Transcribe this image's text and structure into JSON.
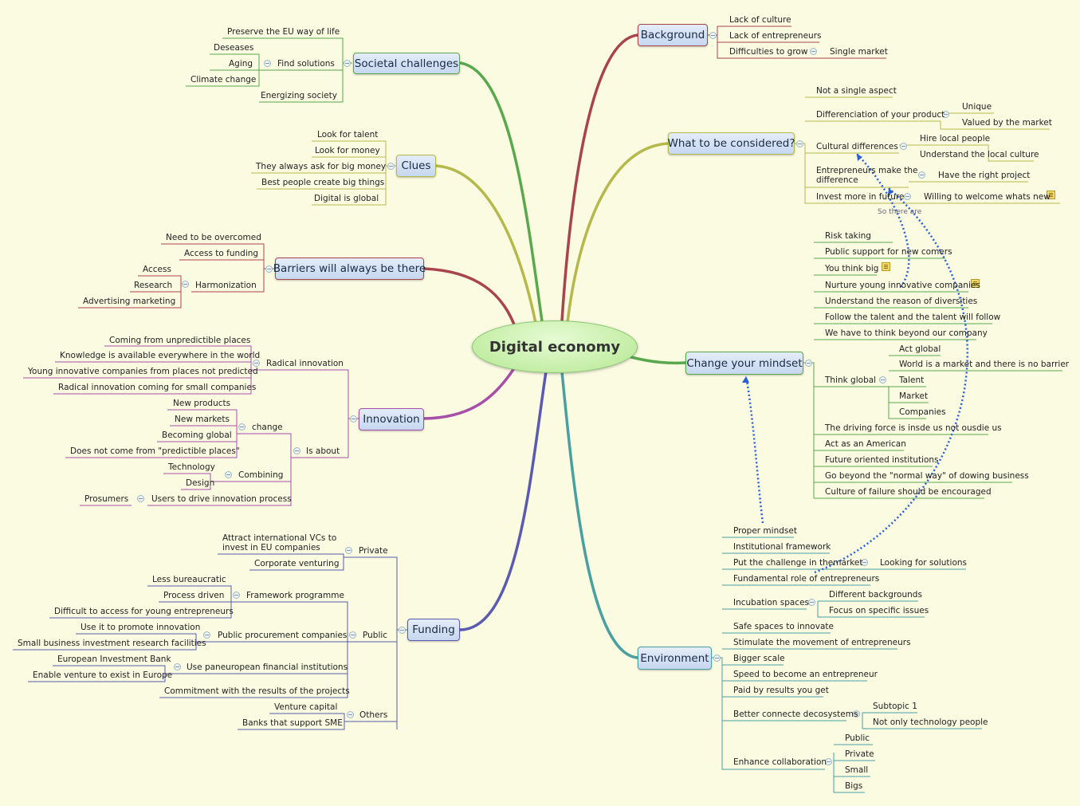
{
  "central_topic": "Digital economy",
  "branches": {
    "societal": {
      "title": "Societal challenges",
      "children": [
        "Preserve the EU way of life",
        "Find solutions",
        "Energizing society"
      ],
      "find_solutions_children": [
        "Deseases",
        "Aging",
        "Climate change"
      ]
    },
    "clues": {
      "title": "Clues",
      "children": [
        "Look for talent",
        "Look for money",
        "They always ask for big money",
        "Best people create big things",
        "Digital is global"
      ]
    },
    "barriers": {
      "title": "Barriers will always be there",
      "children": [
        "Need to be overcomed",
        "Access to funding",
        "Harmonization"
      ],
      "harmonization_children": [
        "Access",
        "Research",
        "Advertising marketing"
      ]
    },
    "innovation": {
      "title": "Innovation",
      "radical": "Radical innovation",
      "radical_children": [
        "Coming from unpredictible places",
        "Knowledge is available everywhere in the world",
        "Young innovative companies from places not predicted",
        "Radical innovation coming for small companies"
      ],
      "is_about": "Is about",
      "change": "change",
      "change_children": [
        "New products",
        "New markets",
        "Becoming global",
        "Does not come from \"predictible places\""
      ],
      "combining": "Combining",
      "combining_children": [
        "Technology",
        "Design"
      ],
      "users": "Users to drive innovation process",
      "prosumers": "Prosumers"
    },
    "funding": {
      "title": "Funding",
      "private": "Private",
      "private_children": [
        "Attract international VCs to",
        "invest in EU companies",
        "Corporate venturing"
      ],
      "public": "Public",
      "framework": "Framework programme",
      "framework_children": [
        "Less bureaucratic",
        "Process driven",
        "Difficult to access for young entrepreneurs"
      ],
      "procurement": "Public procurement companies",
      "procurement_children": [
        "Use it to promote innovation",
        "Small business investment research facilities"
      ],
      "paneuropean": "Use paneuropean financial institutions",
      "paneuropean_children": [
        "European Investment Bank",
        "Enable venture to exist in Europe"
      ],
      "commitment": "Commitment with the results of the projects",
      "others": "Others",
      "others_children": [
        "Venture capital",
        "Banks that support SME"
      ]
    },
    "background": {
      "title": "Background",
      "children": [
        "Lack of culture",
        "Lack of entrepreneurs",
        "Difficulties to grow"
      ],
      "grow_child": "Single market"
    },
    "considered": {
      "title": "What to be considered?",
      "not_single": "Not a single aspect",
      "differenciation": "Differenciation of your product",
      "diff_children": [
        "Unique",
        "Valued by the market"
      ],
      "cultural": "Cultural differences",
      "cultural_children": [
        "Hire local people",
        "Understand the local culture"
      ],
      "entrepreneurs_a": "Entrepreneurs make the",
      "entrepreneurs_b": "difference",
      "right_project": "Have the right project",
      "invest": "Invest more in future",
      "welcome": "Willing to welcome whats new",
      "relation_label": "So there are"
    },
    "mindset": {
      "title": "Change your mindset",
      "top_children": [
        "Risk taking",
        "Public support for new comers",
        "You think big",
        "Nurture young innovative companies",
        "Understand the reason of diversities",
        "Follow the talent and the talent will follow",
        "We have to think beyond our company"
      ],
      "think_global": "Think global",
      "think_global_children": [
        "Act global",
        "World is a market and there is no barrier",
        "Talent",
        "Market",
        "Companies"
      ],
      "bottom_children": [
        "The driving force is insde us not ousdie us",
        "Act as an American",
        "Future oriented institutions",
        "Go beyond the \"normal way\" of dowing business",
        "Culture of failure should be encouraged"
      ]
    },
    "environment": {
      "title": "Environment",
      "proper": "Proper mindset",
      "institutional": "Institutional framework",
      "challenge": "Put the challenge in themarket",
      "looking": "Looking for solutions",
      "fundamental": "Fundamental role of entrepreneurs",
      "incubation": "Incubation spaces",
      "incubation_children": [
        "Different backgrounds",
        "Focus on specific issues"
      ],
      "middle_children": [
        "Safe spaces to innovate",
        "Stimulate the movement of entrepreneurs",
        "Bigger scale",
        "Speed to become an entrepreneur",
        "Paid by results you get"
      ],
      "better": "Better connecte decosystems",
      "better_children": [
        "Subtopic 1",
        "Not only technology people"
      ],
      "enhance": "Enhance collaboration",
      "enhance_children": [
        "Public",
        "Private",
        "Small",
        "Bigs"
      ]
    }
  },
  "colors": {
    "background": "#fbfbe2",
    "societal": "#5aa84e",
    "clues": "#b5b84a",
    "barriers": "#a8454a",
    "innovation": "#a64fa8",
    "funding": "#5a5ab0",
    "background_branch": "#a8454a",
    "considered": "#b5b84a",
    "mindset": "#5aa84e",
    "environment": "#4aa0a0",
    "relationship": "#2a5fd6"
  }
}
